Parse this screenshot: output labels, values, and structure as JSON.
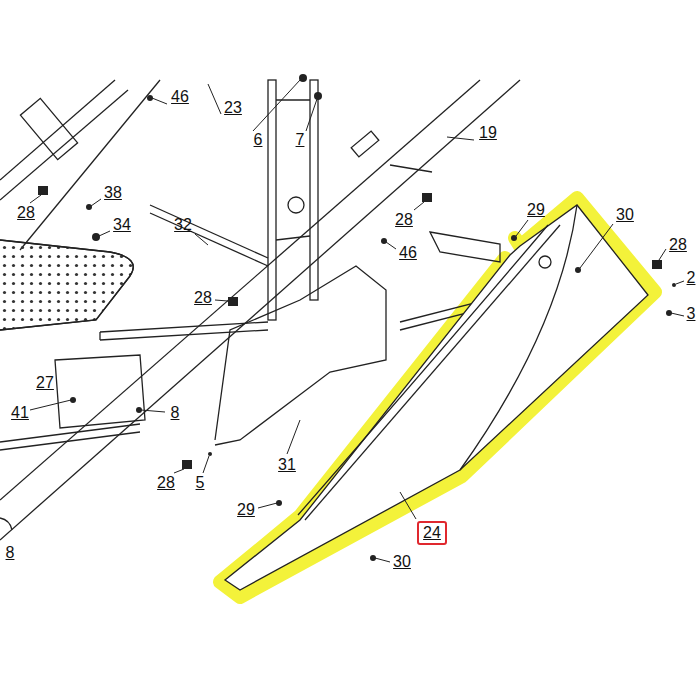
{
  "diagram": {
    "nodes": [
      {
        "text": [
          "24"
        ]
      }
    ],
    "labels": [
      "46",
      "23",
      "19",
      "6",
      "7",
      "38",
      "29",
      "28",
      "30",
      "28",
      "34",
      "32",
      "28",
      "46",
      "2",
      "28",
      "3",
      "27",
      "41",
      "8",
      "31",
      "28",
      "5",
      "29",
      "30",
      "8"
    ]
  }
}
